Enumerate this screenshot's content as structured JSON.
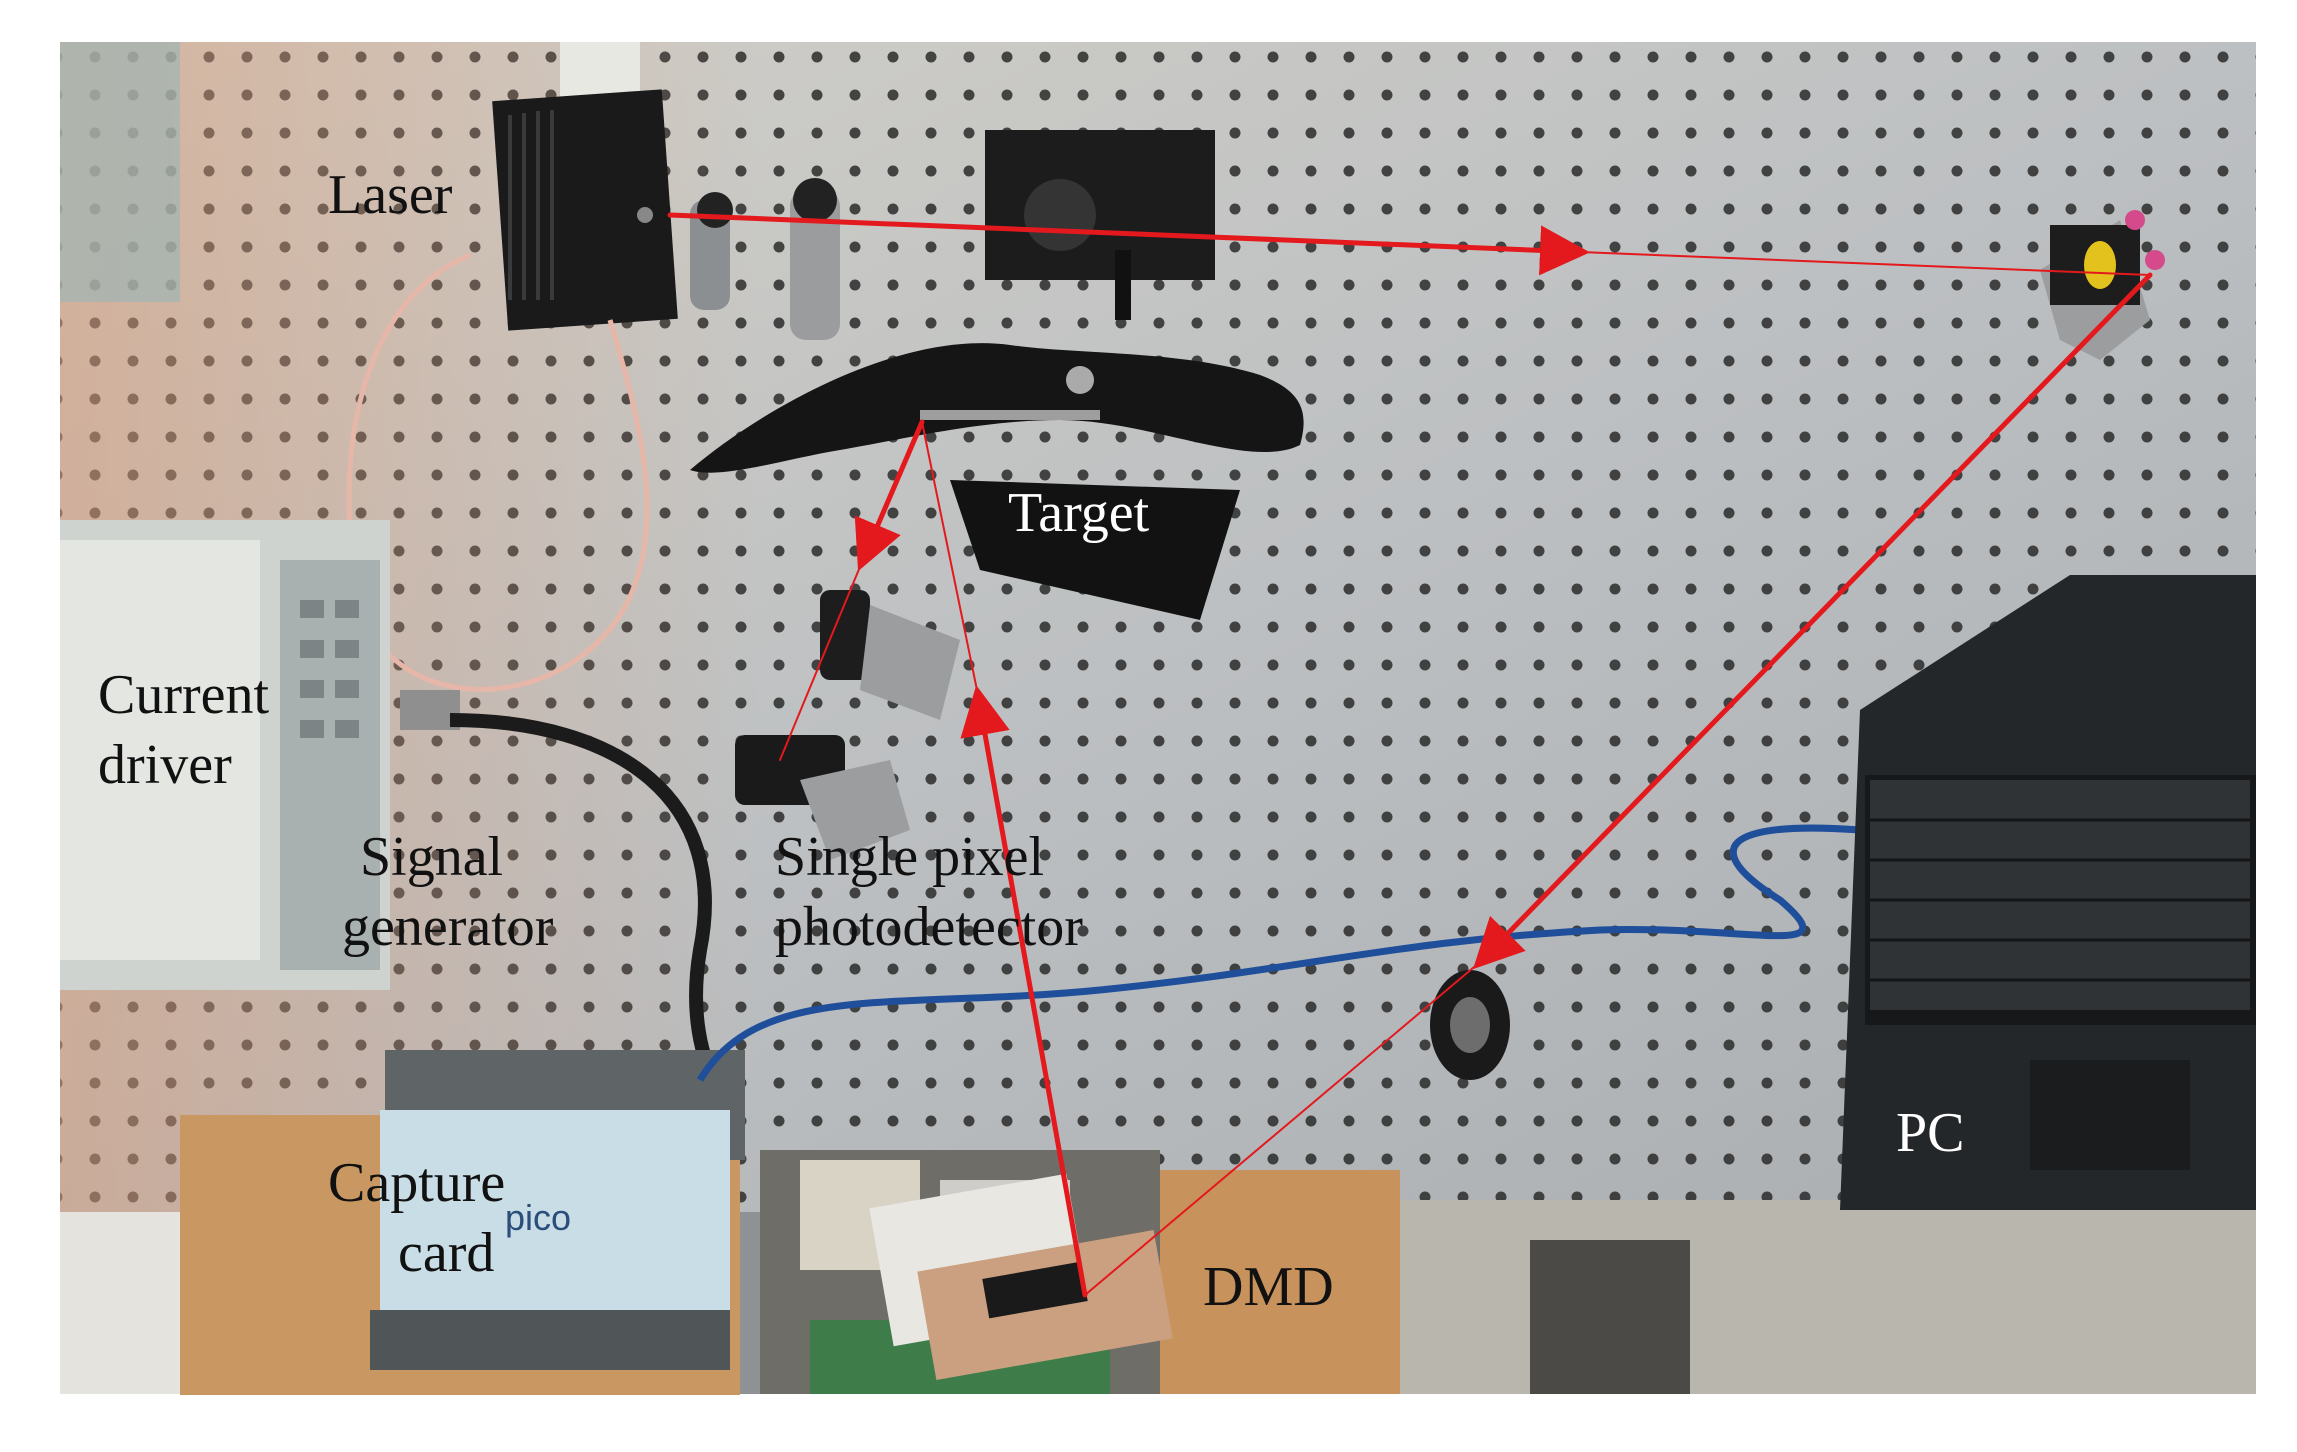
{
  "labels": {
    "laser": "Laser",
    "target": "Target",
    "current_driver": [
      "Current",
      "driver"
    ],
    "signal_generator": [
      "Signal",
      "generator"
    ],
    "photodetector": [
      "Single pixel",
      "photodetector"
    ],
    "capture_card": [
      "Capture",
      "card"
    ],
    "dmd": "DMD",
    "pc": "PC"
  },
  "device_text": {
    "capture_card_logo": "pico"
  },
  "colors": {
    "beam": "#e3191d",
    "breadboard": "#b9bcbe",
    "laser_body": "#1a1a1a",
    "laptop": "#232629",
    "cable_blue": "#1f4f9a",
    "pico_box": "#c9dde6"
  }
}
